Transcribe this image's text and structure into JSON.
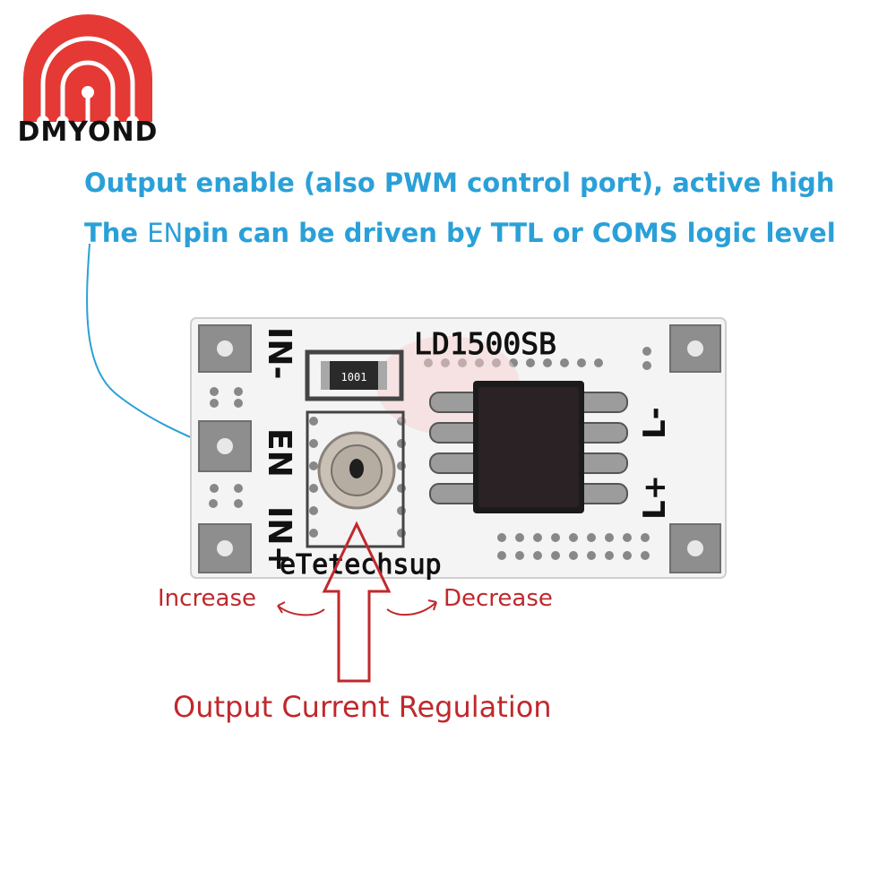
{
  "logo": {
    "text": "DMYOND",
    "color": "#e53935"
  },
  "annotation": {
    "line1": "Output enable (also PWM control port), active high",
    "line2_prefix": "The ",
    "line2_en": "EN",
    "line2_suffix": "pin can be driven by TTL or COMS logic level",
    "color": "#2aa0d8"
  },
  "board": {
    "model": "LD1500SB",
    "resistor_code": "1001",
    "brand_silk": "eTetechsup",
    "pin_labels": {
      "in_minus": "IN-",
      "en": "EN",
      "in_plus": "IN+",
      "l_minus": "L-",
      "l_plus": "L+"
    }
  },
  "labels": {
    "increase": "Increase",
    "decrease": "Decrease",
    "output_current_regulation": "Output Current Regulation",
    "color": "#c0282c"
  }
}
